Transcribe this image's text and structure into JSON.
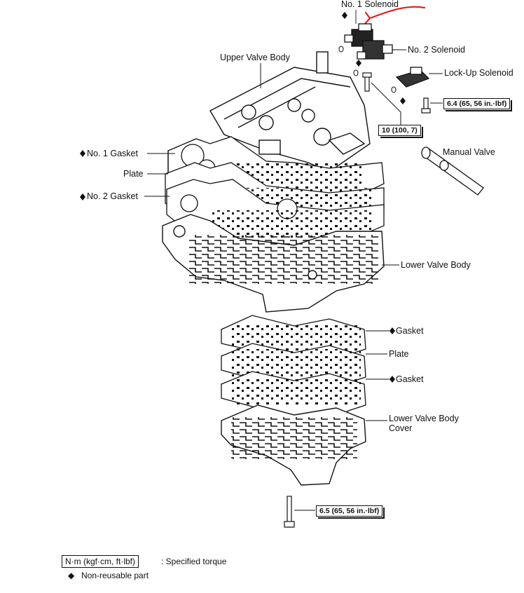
{
  "labels": {
    "no1_solenoid": "No. 1 Solenoid",
    "no2_solenoid": "No. 2 Solenoid",
    "lockup_solenoid": "Lock-Up Solenoid",
    "upper_valve_body": "Upper Valve Body",
    "no1_gasket": "No. 1 Gasket",
    "plate_upper": "Plate",
    "no2_gasket": "No. 2 Gasket",
    "manual_valve": "Manual Valve",
    "lower_valve_body": "Lower Valve Body",
    "gasket_1": "Gasket",
    "plate_lower": "Plate",
    "gasket_2": "Gasket",
    "lower_valve_body_cover": "Lower Valve Body\nCover"
  },
  "torques": {
    "lockup_bolt": "6.4 (65, 56 in.·lbf)",
    "upper_bolt": "10 (100, 7)",
    "cover_bolt": "6.5 (65, 56 in.·lbf)"
  },
  "legend": {
    "torque_key": "N·m (kgf·cm, ft·lbf)",
    "torque_desc": ":  Specified torque",
    "nonreusable_symbol": "◆",
    "nonreusable_desc": "Non-reusable part"
  },
  "colors": {
    "ink": "#111111",
    "annotation": "#e02020"
  }
}
